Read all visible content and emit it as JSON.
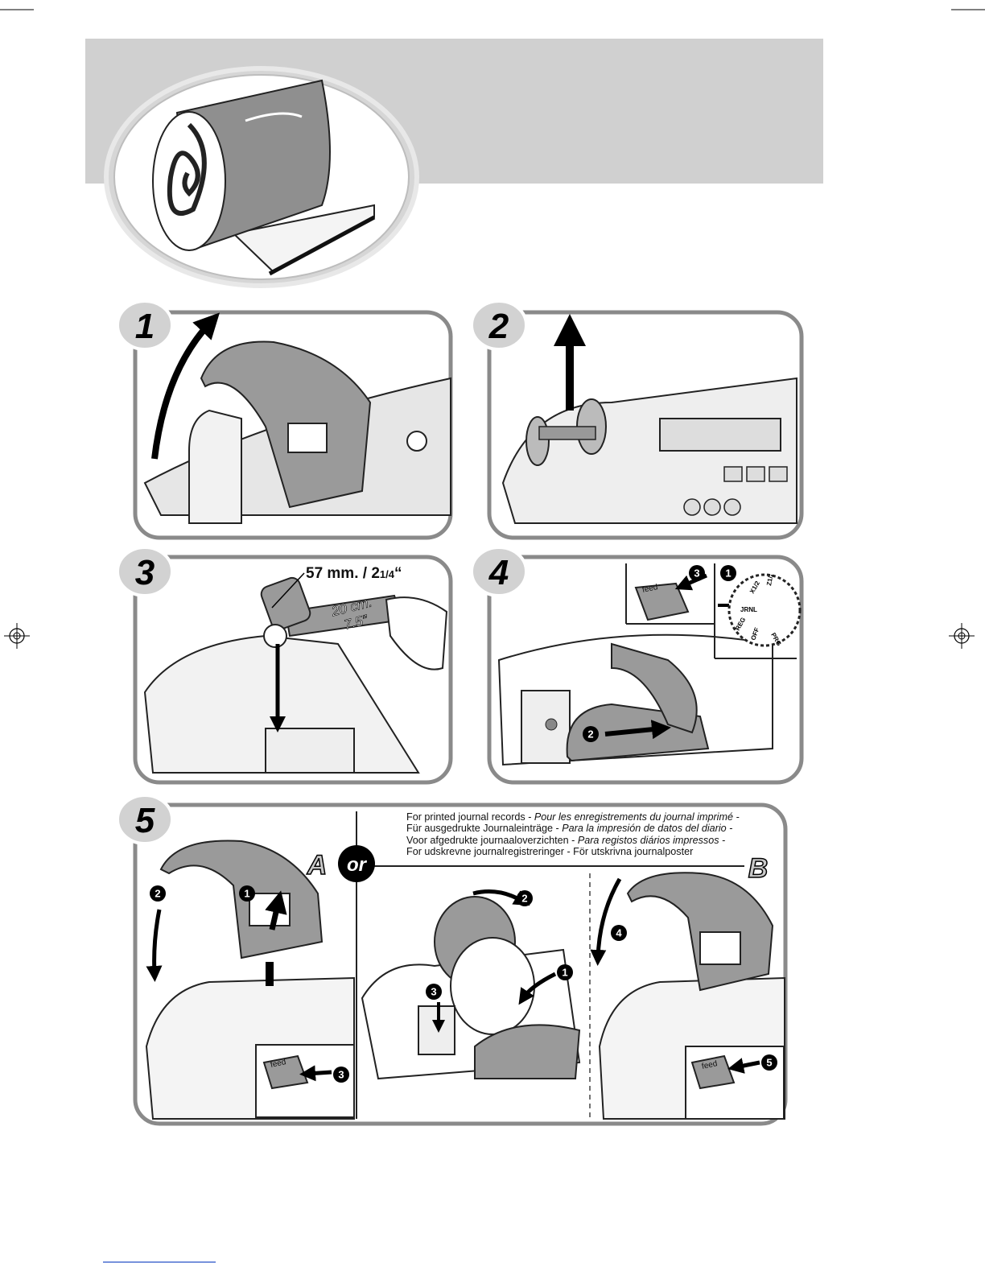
{
  "header": {
    "band_color": "#d0d0d0"
  },
  "steps": [
    {
      "number": "1"
    },
    {
      "number": "2"
    },
    {
      "number": "3",
      "width_label": "57 mm. / 2",
      "width_fraction": "1/4",
      "width_quote": "“",
      "length_label_1": "20 cm.",
      "length_label_2": "7.5”"
    },
    {
      "number": "4",
      "feed_key": "feed",
      "callouts": [
        "1",
        "2",
        "3"
      ],
      "dial_labels": [
        "X1/2",
        "Z1/2",
        "JRNL",
        "REG",
        "OFF",
        "PRG"
      ]
    },
    {
      "number": "5",
      "option_a": "A",
      "option_or": "or",
      "option_b": "B",
      "journal_note": [
        {
          "plain": "For printed journal records - ",
          "italic": "Pour les enregistrements du journal imprimé -"
        },
        {
          "plain": "Für ausgedrukte Journaleinträge - ",
          "italic": "Para la impresión de datos del diario -"
        },
        {
          "plain": "Voor afgedrukte journaaloverzichten - ",
          "italic": "Para registos diários impressos -"
        },
        {
          "plain": "For udskrevne journalregistreringer - För utskrivna journalposter",
          "italic": ""
        }
      ],
      "feed_key": "feed",
      "callouts_a": [
        "1",
        "2",
        "3"
      ],
      "callouts_mid": [
        "1",
        "2",
        "3"
      ],
      "callouts_b": [
        "4",
        "5"
      ]
    }
  ]
}
